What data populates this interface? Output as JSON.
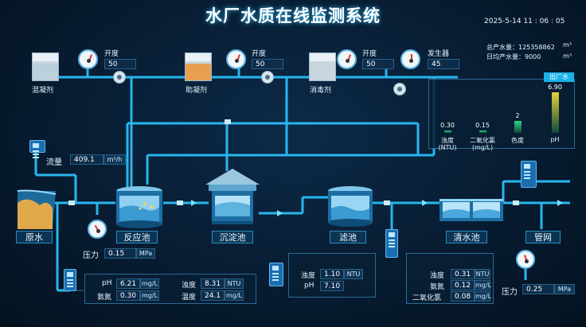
{
  "header": {
    "title": "水厂水质在线监测系统",
    "datetime": "2025-5-14  11 : 06 : 05",
    "total_water_label": "总产水量：",
    "total_water_value": "125358862",
    "daily_water_label": "日均产水量：",
    "daily_water_value": "9000",
    "unit": "m³"
  },
  "dosing": {
    "coagulant": {
      "name": "混凝剂",
      "opening_label": "开度",
      "opening_value": "50",
      "liquid_color": "#bcd0dc"
    },
    "aid": {
      "name": "助凝剂",
      "opening_label": "开度",
      "opening_value": "50",
      "liquid_color": "#e8a050"
    },
    "disinfectant": {
      "name": "消毒剂",
      "opening_label": "开度",
      "opening_value": "50",
      "liquid_color": "#c9d6df",
      "generator_label": "发生器",
      "generator_value": "45"
    }
  },
  "flow": {
    "label": "流量",
    "value": "409.1",
    "unit": "m³/h"
  },
  "stages": {
    "raw": "原水",
    "reaction": "反应池",
    "sediment": "沉淀池",
    "filter": "滤池",
    "clear": "清水池",
    "network": "管网"
  },
  "pressure_raw": {
    "label": "压力",
    "value": "0.15",
    "unit": "MPa"
  },
  "pressure_net": {
    "label": "压力",
    "value": "0.25",
    "unit": "MPa"
  },
  "raw_quality": {
    "ph_label": "pH",
    "ph_value": "6.21",
    "ph_unit": "mg/L",
    "ammonia_label": "氨氮",
    "ammonia_value": "0.30",
    "ammonia_unit": "mg/L",
    "turbidity_label": "浊度",
    "turbidity_value": "8.31",
    "turbidity_unit": "NTU",
    "temp_label": "温度",
    "temp_value": "24.1",
    "temp_unit": "mg/L"
  },
  "filter_quality": {
    "turbidity_label": "浊度",
    "turbidity_value": "1.10",
    "turbidity_unit": "NTU",
    "ph_label": "pH",
    "ph_value": "7.10"
  },
  "clear_quality": {
    "turbidity_label": "浊度",
    "turbidity_value": "0.31",
    "turbidity_unit": "NTU",
    "ammonia_label": "氨氮",
    "ammonia_value": "0.12",
    "ammonia_unit": "mg/L",
    "chlorine_label": "二氧化氯",
    "chlorine_value": "0.08",
    "chlorine_unit": "mg/L"
  },
  "colors": {
    "accent": "#27b7ff",
    "pipe": "#28b6ee",
    "bar_green": "#2fd08a",
    "bar_yellow": "#e8d23a"
  },
  "chart_data": {
    "type": "bar",
    "title": "出厂水",
    "categories": [
      "浊度",
      "二氧化氯",
      "色度",
      "pH"
    ],
    "category_units": [
      "(NTU)",
      "(mg/L)",
      "",
      ""
    ],
    "values": [
      0.3,
      0.15,
      2,
      6.9
    ],
    "value_labels": [
      "0.30",
      "0.15",
      "2",
      "6.90"
    ],
    "colors": [
      "green",
      "green",
      "green",
      "yellow"
    ]
  }
}
